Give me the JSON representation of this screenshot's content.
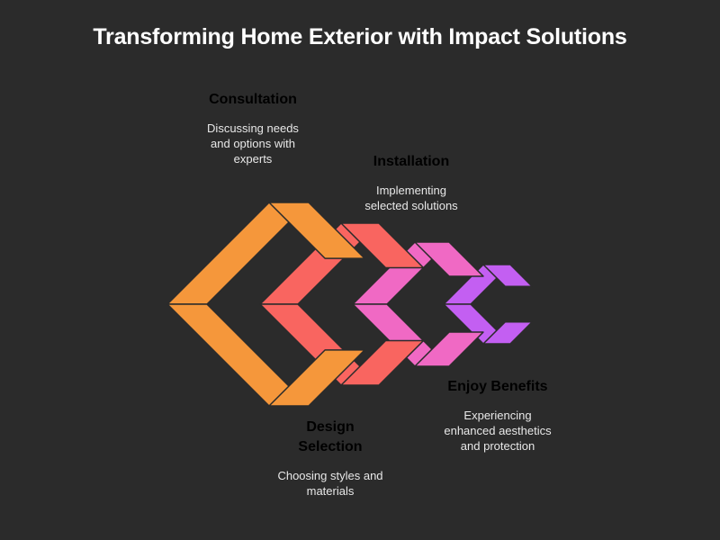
{
  "title": "Transforming Home Exterior with Impact Solutions",
  "colors": {
    "background": "#2b2b2b",
    "consultation": "#f5973b",
    "design_selection": "#f96560",
    "installation": "#f069c4",
    "enjoy_benefits": "#c35ff2"
  },
  "steps": [
    {
      "title": "Consultation",
      "description": "Discussing needs\nand options with\nexperts"
    },
    {
      "title": "Design\nSelection",
      "description": "Choosing styles and\nmaterials"
    },
    {
      "title": "Installation",
      "description": "Implementing\nselected solutions"
    },
    {
      "title": "Enjoy Benefits",
      "description": "Experiencing\nenhanced aesthetics\nand protection"
    }
  ]
}
